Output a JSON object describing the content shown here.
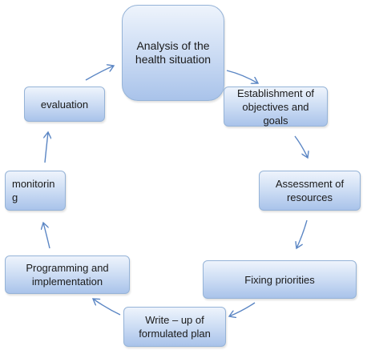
{
  "diagram": {
    "nodes": {
      "analysis": "Analysis of the\nhealth situation",
      "objectives": "Establishment of\nobjectives and\ngoals",
      "resources": "Assessment of\nresources",
      "priorities": "Fixing priorities",
      "writeup": "Write – up of\nformulated plan",
      "programming": "Programming and\nimplementation",
      "monitoring": "monitorin\ng",
      "evaluation": "evaluation"
    },
    "colors": {
      "box_border": "#95b3d7",
      "box_fill_top": "#eef4fc",
      "box_fill_bottom": "#a9c3ea",
      "arrow": "#5b86c4"
    }
  }
}
